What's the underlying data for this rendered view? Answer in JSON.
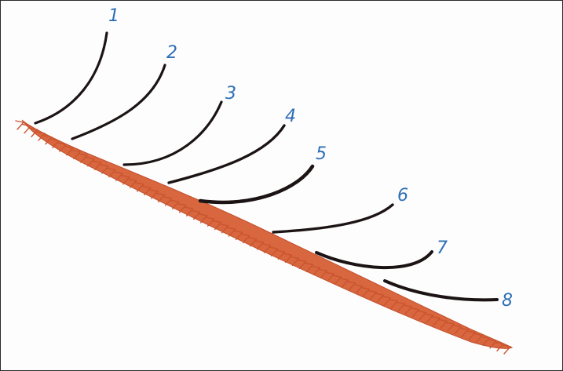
{
  "colors": {
    "frame": "#2b2b2b",
    "background": "#fdfdfd",
    "stem": "#d8663f",
    "strands": "#1c1414",
    "labels": "#2f6fb6"
  },
  "diagram": {
    "labels": [
      "1",
      "2",
      "3",
      "4",
      "5",
      "6",
      "7",
      "8"
    ]
  }
}
